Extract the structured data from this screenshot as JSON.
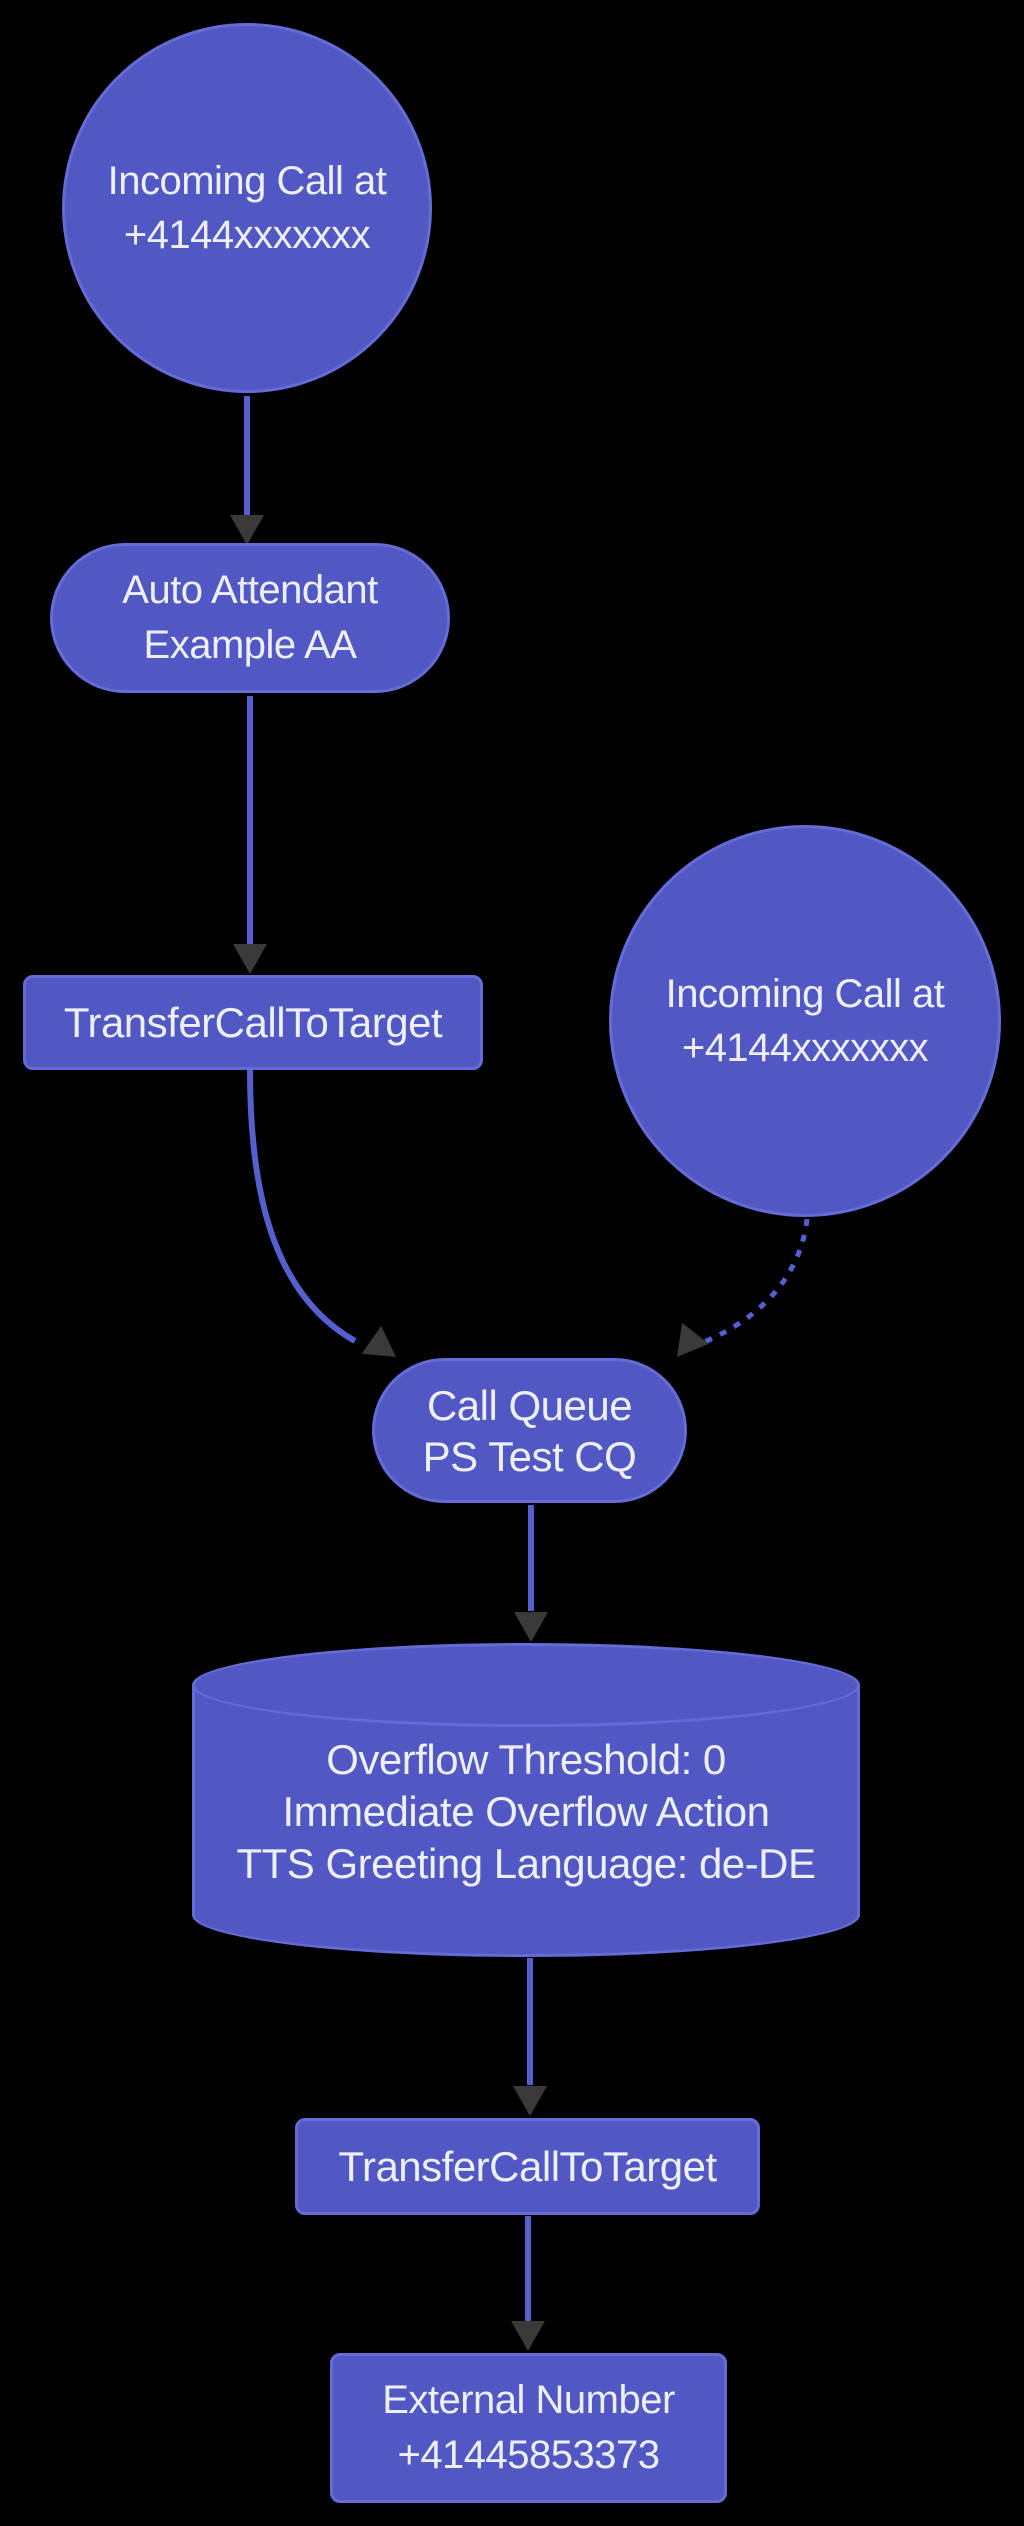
{
  "diagram": {
    "type": "flowchart",
    "direction": "top-down",
    "colors": {
      "background": "#000000",
      "node_fill": "#5158C4",
      "node_stroke": "#666CD6",
      "text": "#EDEFFB",
      "edge": "#5560CE",
      "arrowhead": "#3A3A3A"
    },
    "nodes": [
      {
        "id": "incoming-call-1",
        "shape": "circle",
        "lines": [
          "Incoming Call at",
          "+4144xxxxxxx"
        ]
      },
      {
        "id": "auto-attendant",
        "shape": "stadium",
        "lines": [
          "Auto Attendant",
          "Example AA"
        ]
      },
      {
        "id": "transfer-1",
        "shape": "rect",
        "lines": [
          "TransferCallToTarget"
        ]
      },
      {
        "id": "incoming-call-2",
        "shape": "circle",
        "lines": [
          "Incoming Call at",
          "+4144xxxxxxx"
        ]
      },
      {
        "id": "call-queue",
        "shape": "stadium",
        "lines": [
          "Call Queue",
          "PS Test CQ"
        ]
      },
      {
        "id": "overflow-db",
        "shape": "cylinder",
        "lines": [
          "Overflow Threshold: 0",
          "Immediate Overflow Action",
          "TTS Greeting Language: de-DE"
        ]
      },
      {
        "id": "transfer-2",
        "shape": "rect",
        "lines": [
          "TransferCallToTarget"
        ]
      },
      {
        "id": "external-number",
        "shape": "rect",
        "lines": [
          "External Number",
          "+41445853373"
        ]
      }
    ],
    "edges": [
      {
        "from": "incoming-call-1",
        "to": "auto-attendant",
        "style": "solid"
      },
      {
        "from": "auto-attendant",
        "to": "transfer-1",
        "style": "solid"
      },
      {
        "from": "transfer-1",
        "to": "call-queue",
        "style": "solid"
      },
      {
        "from": "incoming-call-2",
        "to": "call-queue",
        "style": "dotted"
      },
      {
        "from": "call-queue",
        "to": "overflow-db",
        "style": "solid"
      },
      {
        "from": "overflow-db",
        "to": "transfer-2",
        "style": "solid"
      },
      {
        "from": "transfer-2",
        "to": "external-number",
        "style": "solid"
      }
    ]
  }
}
